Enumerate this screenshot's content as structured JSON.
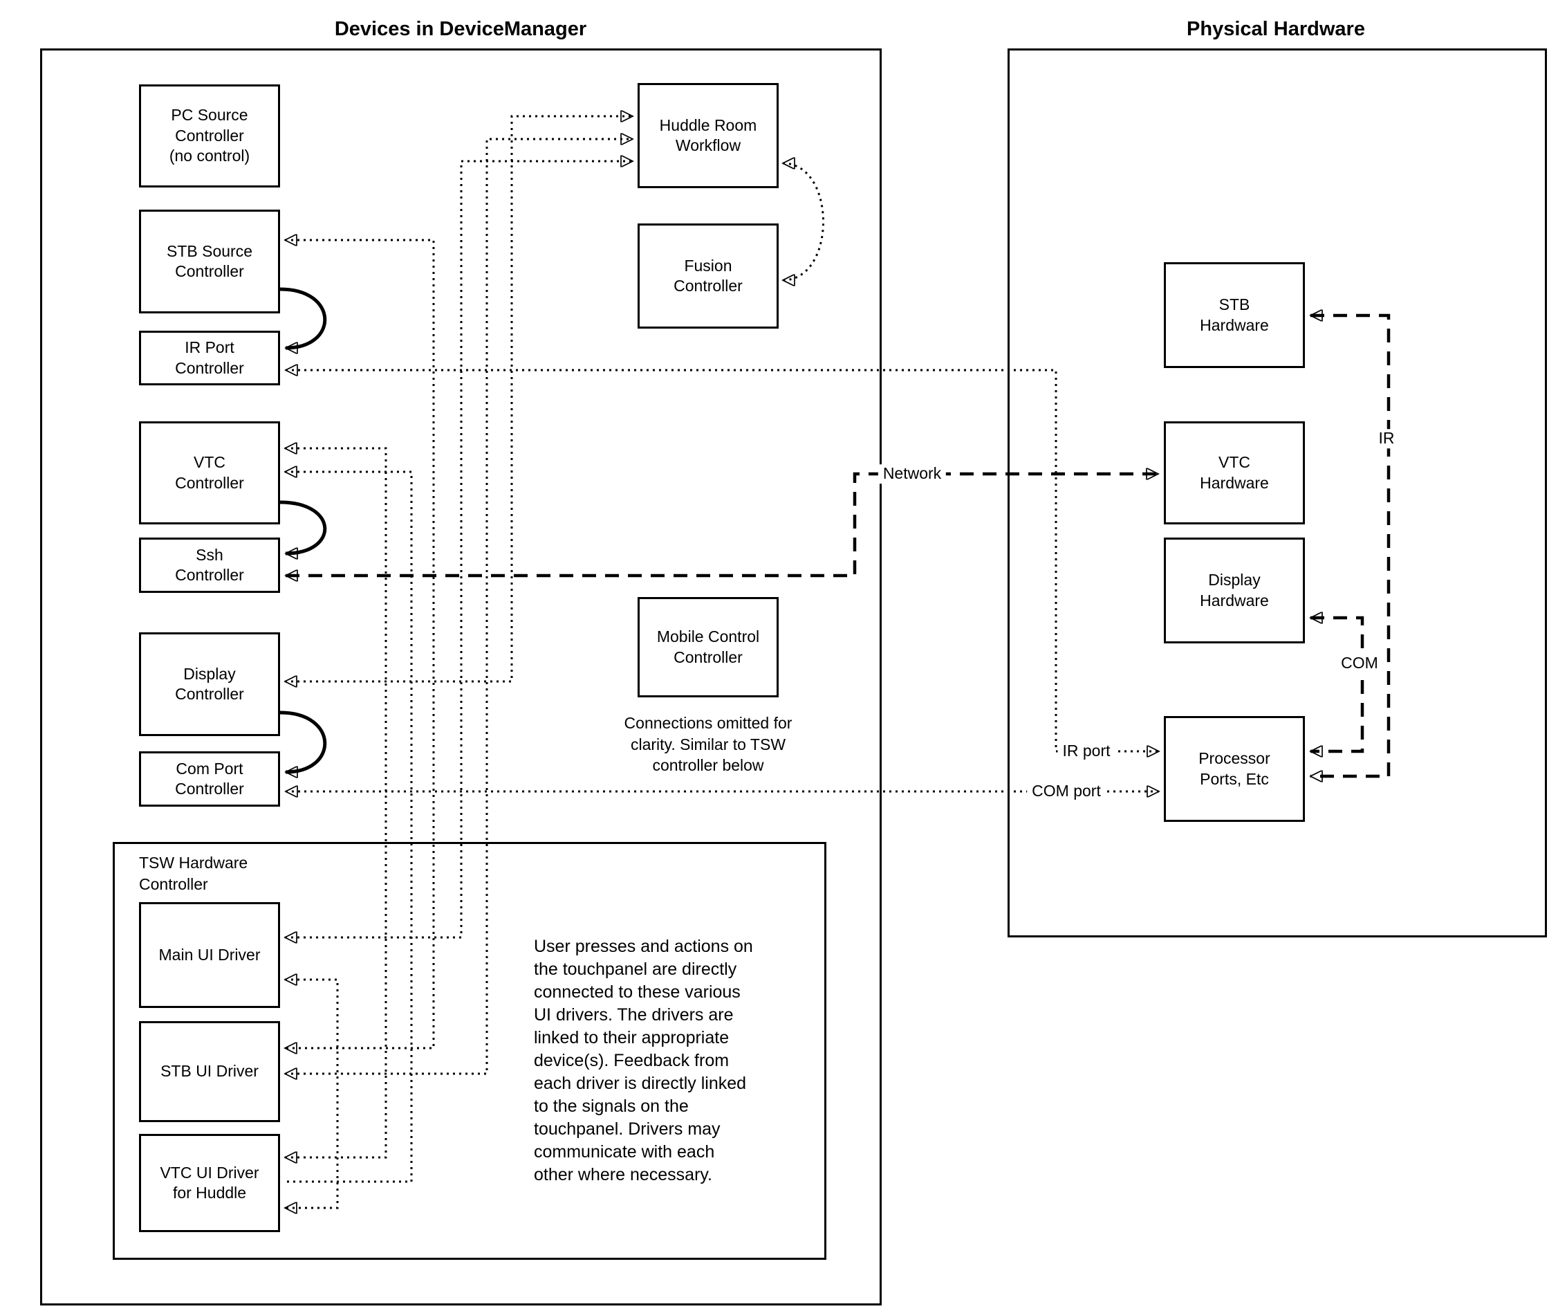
{
  "titles": {
    "left": "Devices in DeviceManager",
    "right": "Physical Hardware"
  },
  "nodes": {
    "pc_source_controller": {
      "label": "PC Source\nController\n(no control)"
    },
    "stb_source_controller": {
      "label": "STB Source\nController"
    },
    "ir_port_controller": {
      "label": "IR Port\nController"
    },
    "vtc_controller": {
      "label": "VTC\nController"
    },
    "ssh_controller": {
      "label": "Ssh\nController"
    },
    "display_controller": {
      "label": "Display\nController"
    },
    "com_port_controller": {
      "label": "Com Port\nController"
    },
    "huddle_room_workflow": {
      "label": "Huddle Room\nWorkflow"
    },
    "fusion_controller": {
      "label": "Fusion\nController"
    },
    "mobile_control_controller": {
      "label": "Mobile Control\nController"
    },
    "tsw_hardware_controller": {
      "label": "TSW Hardware\nController"
    },
    "main_ui_driver": {
      "label": "Main UI Driver"
    },
    "stb_ui_driver": {
      "label": "STB UI Driver"
    },
    "vtc_ui_driver": {
      "label": "VTC UI Driver\nfor Huddle"
    },
    "stb_hardware": {
      "label": "STB\nHardware"
    },
    "vtc_hardware": {
      "label": "VTC\nHardware"
    },
    "display_hardware": {
      "label": "Display\nHardware"
    },
    "processor_ports": {
      "label": "Processor\nPorts, Etc"
    }
  },
  "edge_labels": {
    "network": "Network",
    "ir": "IR",
    "com": "COM",
    "ir_port": "IR port",
    "com_port": "COM port"
  },
  "notes": {
    "mobile_note": "Connections omitted for\nclarity. Similar to TSW\ncontroller below",
    "tsw_note": "User presses and actions on\nthe touchpanel are directly\nconnected to these various\nUI drivers.  The drivers are\nlinked to their appropriate\ndevice(s). Feedback from\neach driver is directly linked\nto the signals on the\ntouchpanel. Drivers may\ncommunicate with each\nother where necessary."
  }
}
